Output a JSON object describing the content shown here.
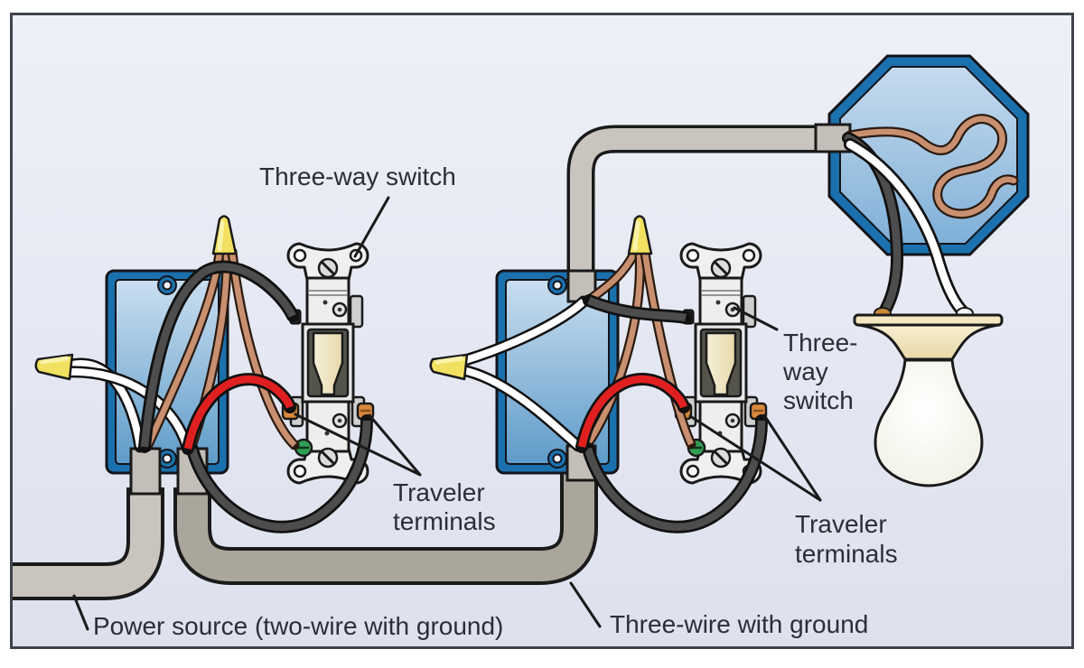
{
  "figure": {
    "type": "three-way-switch-wiring-diagram",
    "labels": {
      "switch1": "Three-way switch",
      "switch2_lines": [
        "Three-",
        "way",
        "switch"
      ],
      "traveler1_lines": [
        "Traveler",
        "terminals"
      ],
      "traveler2_lines": [
        "Traveler",
        "terminals"
      ],
      "power_source": "Power source (two-wire with ground)",
      "three_wire": "Three-wire with ground"
    },
    "colors": {
      "background": "#e2e5f1",
      "frame_border": "#3f434c",
      "box_blue": "#1b71ad",
      "box_fill_top": "#c9def0",
      "box_fill_bottom": "#5f9cc9",
      "cable_light_gray": "#c9c5be",
      "cable_dark_taupe": "#aaa69b",
      "wire_white": "#ffffff",
      "wire_black": "#4d4d4d",
      "wire_red": "#e02020",
      "wire_bare_copper": "#c89070",
      "wire_nut_yellow": "#f2e160",
      "traveler_terminal_brass": "#d8883c",
      "ground_screw_green": "#2f9e52",
      "fixture_cream": "#f2e7c0",
      "label_text": "#2b2e36"
    }
  }
}
